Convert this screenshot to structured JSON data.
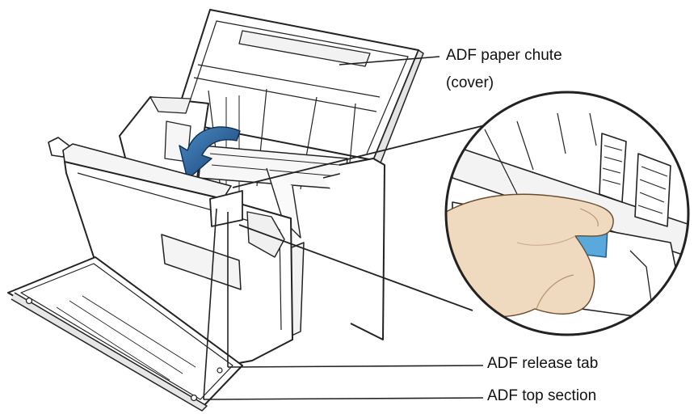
{
  "labels": {
    "adf_paper_chute": "ADF paper chute",
    "adf_paper_chute_sub": "(cover)",
    "adf_release_tab": "ADF release tab",
    "adf_top_section": "ADF top section"
  },
  "colors": {
    "line": "#222222",
    "arrow": "#1f5f96",
    "tab": "#5aa9dc",
    "skin": "#efd9bf",
    "skin_shade": "#d8bb9a",
    "panel_gray": "#ececec"
  },
  "icons": {
    "arrow": "curved-arrow-icon",
    "finger": "finger-icon",
    "tab": "release-tab-icon"
  }
}
